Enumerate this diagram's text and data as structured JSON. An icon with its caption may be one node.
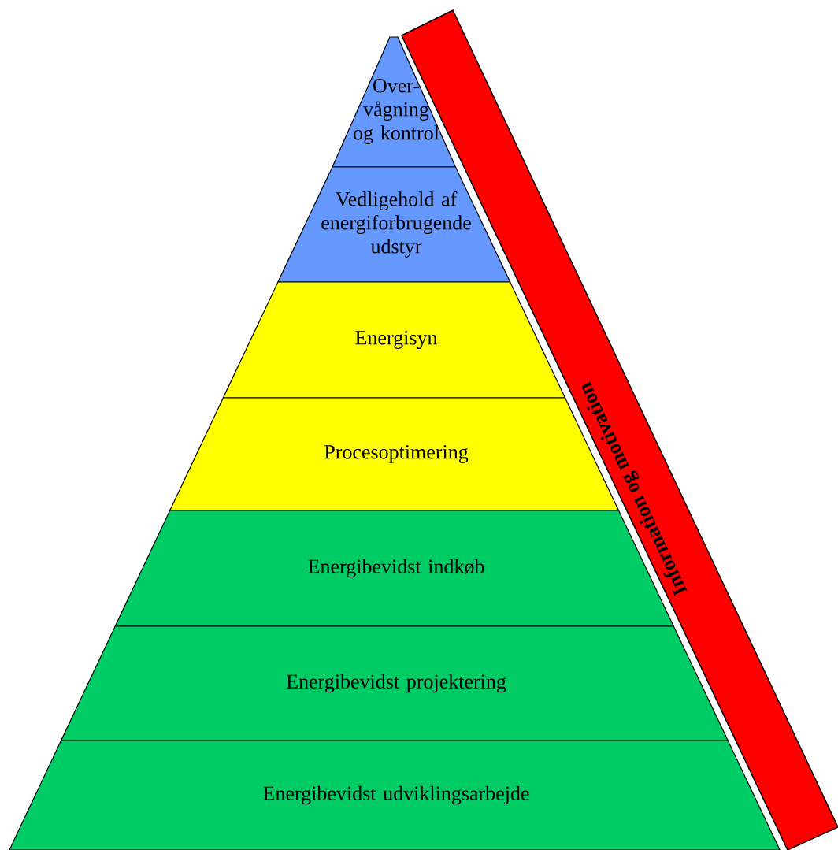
{
  "diagram": {
    "nodes": [
      {
        "text": [
          "Over-vågning og kontrol"
        ]
      },
      {
        "text": [
          "Vedligehold af energiforbrugende udstyr"
        ]
      },
      {
        "text": [
          "Energisyn"
        ]
      },
      {
        "text": [
          "Procesoptimering"
        ]
      },
      {
        "text": [
          "Energibevidst indkøb"
        ]
      },
      {
        "text": [
          "Energibevidst projektering"
        ]
      },
      {
        "text": [
          "Energibevidst udviklingsarbejde"
        ]
      },
      {
        "text": [
          "Information og motivation"
        ]
      }
    ]
  }
}
